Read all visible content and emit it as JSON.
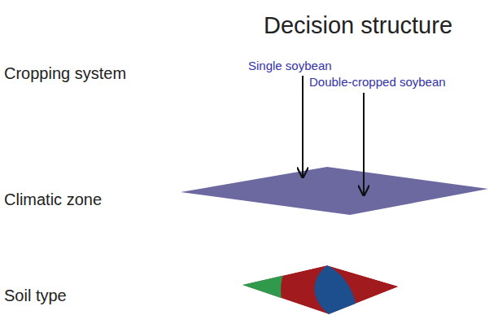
{
  "diagram": {
    "title": "Decision structure",
    "labels": [
      "Cropping system",
      "Climatic zone",
      "Soil type",
      "Single soybean",
      "Double-cropped soybean"
    ]
  }
}
